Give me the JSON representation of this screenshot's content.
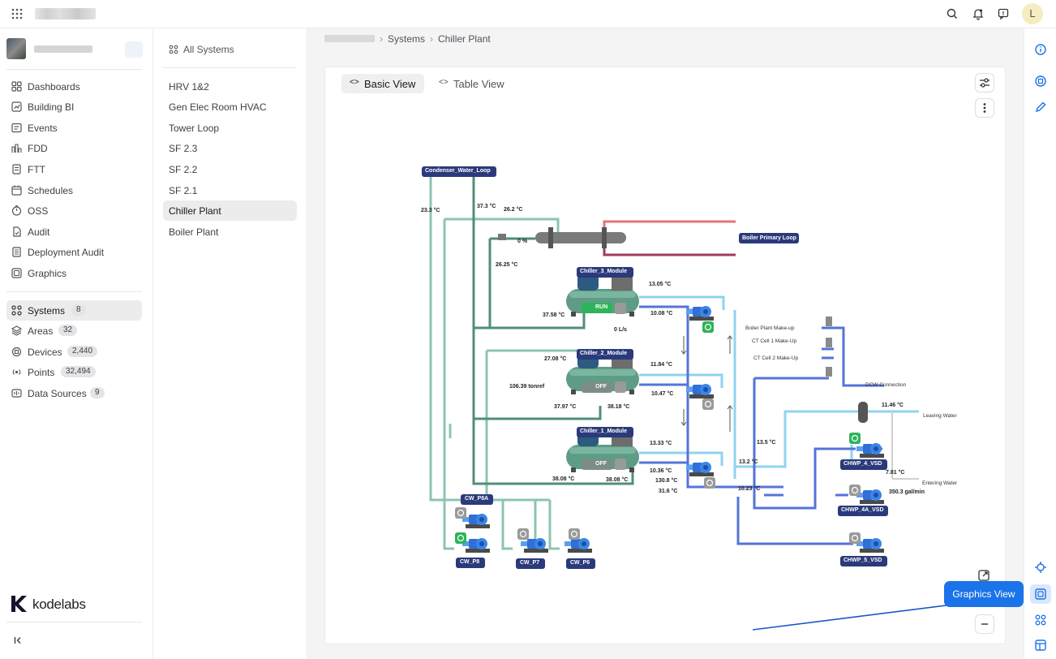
{
  "topbar": {
    "avatar_letter": "L"
  },
  "sidebar": {
    "items": [
      {
        "label": "Dashboards",
        "icon": "grid-icon"
      },
      {
        "label": "Building BI",
        "icon": "chart-icon"
      },
      {
        "label": "Events",
        "icon": "events-icon"
      },
      {
        "label": "FDD",
        "icon": "fdd-icon"
      },
      {
        "label": "FTT",
        "icon": "ftt-icon"
      },
      {
        "label": "Schedules",
        "icon": "calendar-icon"
      },
      {
        "label": "OSS",
        "icon": "timer-icon"
      },
      {
        "label": "Audit",
        "icon": "audit-icon"
      },
      {
        "label": "Deployment Audit",
        "icon": "document-icon"
      },
      {
        "label": "Graphics",
        "icon": "graphics-icon"
      }
    ],
    "items2": [
      {
        "label": "Systems",
        "badge": "8",
        "icon": "systems-icon"
      },
      {
        "label": "Areas",
        "badge": "32",
        "icon": "layers-icon"
      },
      {
        "label": "Devices",
        "badge": "2,440",
        "icon": "device-icon"
      },
      {
        "label": "Points",
        "badge": "32,494",
        "icon": "points-icon"
      },
      {
        "label": "Data Sources",
        "badge": "9",
        "icon": "datasource-icon"
      }
    ],
    "brand": "kodelabs"
  },
  "systems": {
    "header": "All Systems",
    "items": [
      "HRV 1&2",
      "Gen Elec Room HVAC",
      "Tower Loop",
      "SF 2.3",
      "SF 2.2",
      "SF 2.1",
      "Chiller Plant",
      "Boiler Plant"
    ],
    "active": "Chiller Plant"
  },
  "breadcrumb": {
    "systems": "Systems",
    "current": "Chiller Plant"
  },
  "tabs": {
    "basic": "Basic View",
    "table": "Table View"
  },
  "tooltip": "Graphics View",
  "diagram": {
    "labels": {
      "condenser_loop": "Condenser_Water_Loop",
      "boiler_loop": "Boiler Primary Loop",
      "chiller3": "Chiller_3_Module",
      "chiller2": "Chiller_2_Module",
      "chiller1": "Chiller_1_Module",
      "cwp8a": "CW_P8A",
      "cwp8": "CW_P8",
      "cwp7": "CW_P7",
      "cwp6": "CW_P6",
      "chwp4": "CHWP_4_VSD",
      "chwp4a": "CHWP_4A_VSD",
      "chwp5": "CHWP_5_VSD",
      "run": "RUN",
      "off": "OFF"
    },
    "readings": {
      "t1": "23.3 °C",
      "t2": "37.3 °C",
      "t3": "26.2 °C",
      "pct": "0 %",
      "t4": "26.25 °C",
      "t5": "13.05 °C",
      "t6": "10.08 °C",
      "t7": "37.58 °C",
      "flow": "0 L/s",
      "t8": "27.08 °C",
      "t9": "11.84 °C",
      "t10": "10.47 °C",
      "ton": "106.39 tonref",
      "t11": "37.97 °C",
      "t12": "38.18 °C",
      "t13": "13.33 °C",
      "t14": "10.36 °C",
      "t15": "130.8 °C",
      "t16": "31.6 °C",
      "t17": "38.08 °C",
      "t18": "38.08 °C",
      "t19": "13.2 °C",
      "t20": "10.23 °C",
      "t21": "13.5 °C",
      "t22": "11.46 °C",
      "t23": "7.81 °C",
      "gpm": "350.3 gal/min"
    },
    "text": {
      "boiler_makeup": "Boiler Plant Make-up",
      "ct1": "CT Cell 1 Make-Up",
      "ct2": "CT Cell 2 Make-Up",
      "dcw": "DCW Connection",
      "leaving": "Leaving Water",
      "entering": "Entering Water"
    }
  },
  "colors": {
    "condenser": "#8cc4b0",
    "condenser_dark": "#4f8f77",
    "chilled_supply": "#8fd3f0",
    "chilled_return": "#5673d9",
    "hot": "#e0737a",
    "hot_dark": "#a23a5c",
    "label_bg": "#2a3a7a",
    "run_green": "#2fb35a",
    "accent": "#1a73e8"
  }
}
